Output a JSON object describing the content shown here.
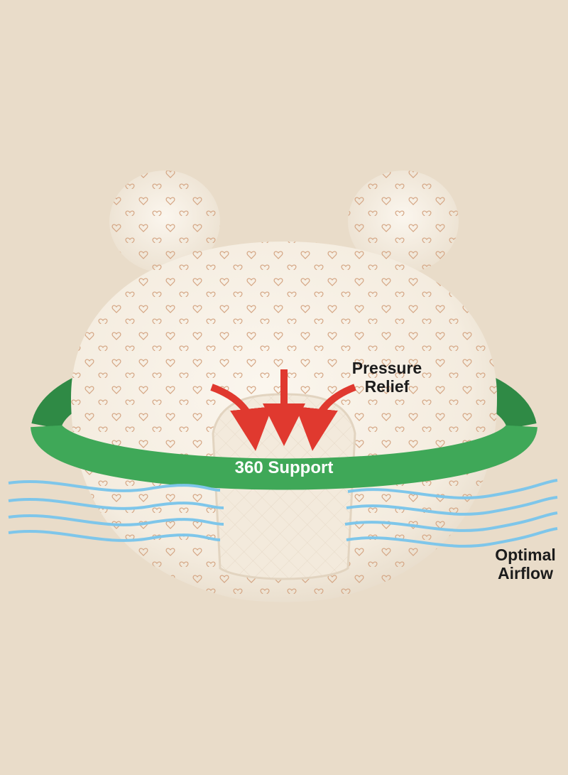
{
  "image": {
    "subject": "baby-head-pillow-bear-ears",
    "background_color": "#e9dcc9",
    "pillow_color": "#f6efe3",
    "pattern_color": "#d8a98a",
    "band_color": "#3fa858",
    "arrow_color": "#e0392f",
    "airflow_color": "#7ec6ea"
  },
  "labels": {
    "pressure_relief": [
      "Pressure",
      "Relief"
    ],
    "support": "360 Support",
    "optimal_airflow": [
      "Optimal",
      "Airflow"
    ]
  }
}
